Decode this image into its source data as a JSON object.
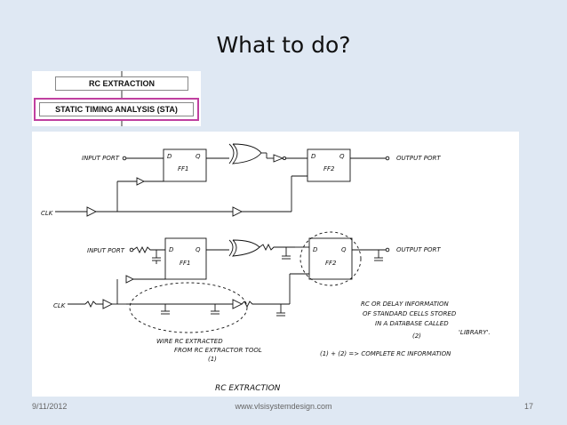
{
  "slide": {
    "title": "What to do?"
  },
  "flow": {
    "box1": "RC EXTRACTION",
    "box2": "STATIC TIMING ANALYSIS (STA)",
    "highlight_color": "#c040a0"
  },
  "sketch": {
    "top": {
      "input_port": "INPUT PORT",
      "output_port": "OUTPUT PORT",
      "clk": "CLK",
      "ff1": "FF1",
      "ff2": "FF2",
      "d": "D",
      "q": "Q"
    },
    "bottom": {
      "input_port": "INPUT PORT",
      "output_port": "OUTPUT PORT",
      "clk": "CLK",
      "ff1": "FF1",
      "ff2": "FF2",
      "d": "D",
      "q": "Q"
    },
    "notes": {
      "wire_line1": "WIRE RC EXTRACTED",
      "wire_line2": "FROM RC EXTRACTOR TOOL",
      "wire_num": "(1)",
      "rc_line1": "RC OR DELAY INFORMATION",
      "rc_line2": "OF STANDARD CELLS STORED",
      "rc_line3": "IN A DATABASE CALLED",
      "rc_line4": "'LIBRARY'.",
      "rc_num": "(2)",
      "sum": "(1) + (2) => COMPLETE RC INFORMATION",
      "caption": "RC EXTRACTION"
    }
  },
  "footer": {
    "date": "9/11/2012",
    "site": "www.vlsisystemdesign.com",
    "page": "17"
  }
}
